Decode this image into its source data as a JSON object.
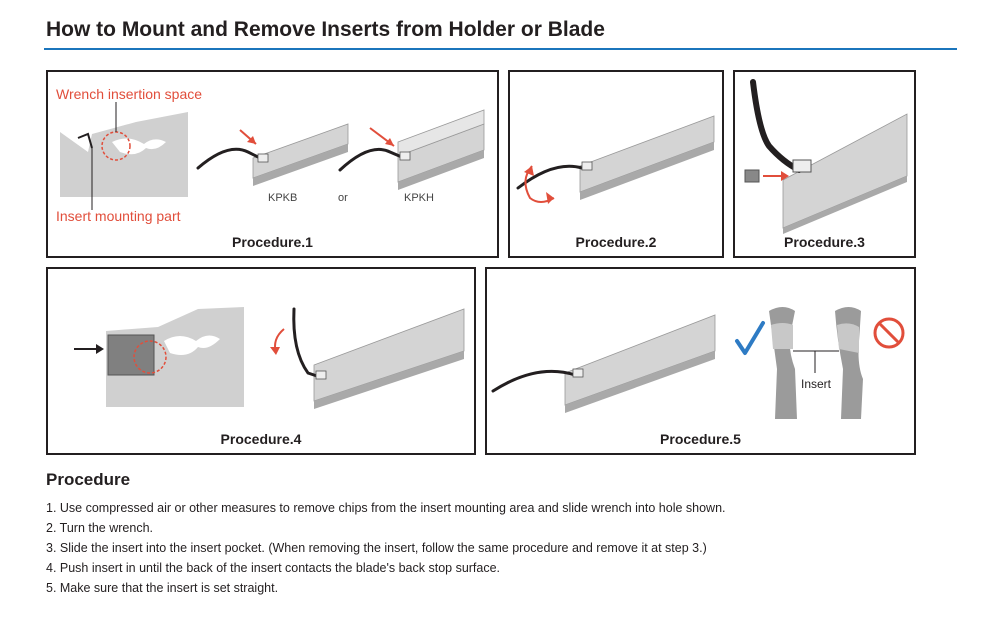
{
  "title": "How to Mount and Remove Inserts from Holder or Blade",
  "panels": {
    "p1": {
      "caption": "Procedure.1",
      "wrench_space_label": "Wrench insertion space",
      "insert_part_label": "Insert mounting part",
      "kpkb_label": "KPKB",
      "or_label": "or",
      "kpkh_label": "KPKH"
    },
    "p2": {
      "caption": "Procedure.2"
    },
    "p3": {
      "caption": "Procedure.3"
    },
    "p4": {
      "caption": "Procedure.4"
    },
    "p5": {
      "caption": "Procedure.5",
      "insert_label": "Insert"
    }
  },
  "procedure": {
    "heading": "Procedure",
    "steps": [
      "1. Use compressed air or other measures to remove chips from the insert mounting area and slide wrench into hole shown.",
      "2. Turn the wrench.",
      "3. Slide the insert into the insert pocket. (When removing the insert, follow the same procedure and remove it at step 3.)",
      "4. Push insert in until the back of the insert contacts the blade's back stop surface.",
      "5. Make sure that the insert is set straight."
    ]
  },
  "colors": {
    "accent_red": "#e14e3b",
    "rule_blue": "#1b75bc",
    "check_blue": "#2e7bc4",
    "blade_gray": "#cfcfcf"
  }
}
